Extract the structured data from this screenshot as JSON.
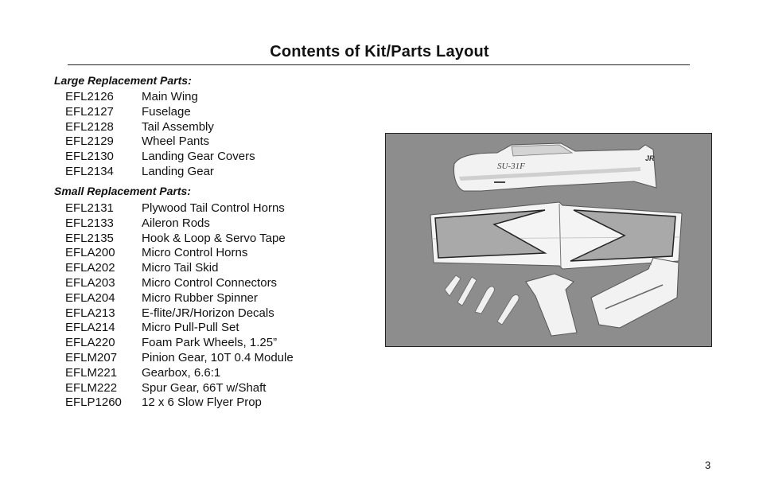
{
  "page": {
    "title": "Contents of Kit/Parts Layout",
    "page_number": "3"
  },
  "large_parts": {
    "heading": "Large Replacement Parts:",
    "items": [
      {
        "code": "EFL2126",
        "desc": "Main Wing"
      },
      {
        "code": "EFL2127",
        "desc": "Fuselage"
      },
      {
        "code": "EFL2128",
        "desc": "Tail Assembly"
      },
      {
        "code": "EFL2129",
        "desc": "Wheel Pants"
      },
      {
        "code": "EFL2130",
        "desc": "Landing Gear Covers"
      },
      {
        "code": "EFL2134",
        "desc": "Landing Gear"
      }
    ]
  },
  "small_parts": {
    "heading": "Small Replacement Parts:",
    "items": [
      {
        "code": "EFL2131",
        "desc": "Plywood Tail Control Horns"
      },
      {
        "code": "EFL2133",
        "desc": "Aileron Rods"
      },
      {
        "code": "EFL2135",
        "desc": "Hook & Loop & Servo Tape"
      },
      {
        "code": "EFLA200",
        "desc": "Micro Control Horns"
      },
      {
        "code": "EFLA202",
        "desc": "Micro Tail Skid"
      },
      {
        "code": "EFLA203",
        "desc": "Micro Control Connectors"
      },
      {
        "code": "EFLA204",
        "desc": "Micro Rubber Spinner"
      },
      {
        "code": "EFLA213",
        "desc": "E-flite/JR/Horizon Decals"
      },
      {
        "code": "EFLA214",
        "desc": "Micro Pull-Pull Set"
      },
      {
        "code": "EFLA220",
        "desc": "Foam Park Wheels, 1.25”"
      },
      {
        "code": "EFLM207",
        "desc": "Pinion Gear, 10T 0.4 Module"
      },
      {
        "code": "EFLM221",
        "desc": "Gearbox, 6.6:1"
      },
      {
        "code": "EFLM222",
        "desc": "Spur Gear, 66T w/Shaft"
      },
      {
        "code": "EFLP1260",
        "desc": "12 x 6 Slow Flyer Prop"
      }
    ]
  },
  "photo": {
    "fuselage_marking": "SU-31F",
    "tail_logo": "JR"
  }
}
